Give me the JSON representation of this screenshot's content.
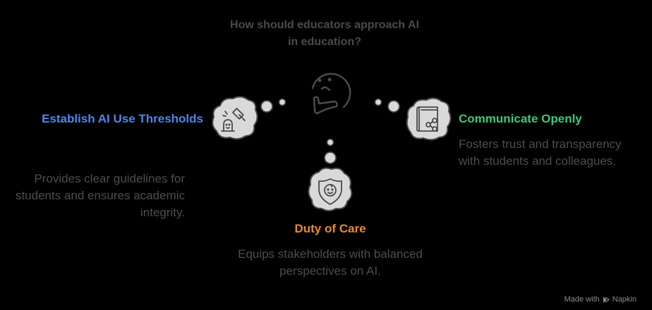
{
  "diagram": {
    "central_question": "How should educators approach AI in education?",
    "central_question_lines": [
      "How should educators approach AI",
      "in education?"
    ],
    "central_icon": "thinking-face-icon",
    "branches": [
      {
        "id": "left",
        "title": "Establish AI Use Thresholds",
        "title_color": "#4f86e8",
        "description": "Provides clear guidelines for students and ensures academic integrity.",
        "icon": "gavel-icon"
      },
      {
        "id": "right",
        "title": "Communicate Openly",
        "title_color": "#3cc97a",
        "description": "Fosters trust and transparency with students and colleagues.",
        "icon": "book-share-icon"
      },
      {
        "id": "bottom",
        "title": "Duty of Care",
        "title_color": "#e8892f",
        "description": "Equips stakeholders with balanced perspectives on AI.",
        "icon": "shield-child-icon"
      }
    ],
    "colors": {
      "background": "#000000",
      "cloud_fill": "#d9d9d9",
      "cloud_stroke": "#4a4a4a",
      "text": "#4d4d4d"
    }
  },
  "footer": {
    "made_with": "Made with",
    "brand": "Napkin"
  }
}
